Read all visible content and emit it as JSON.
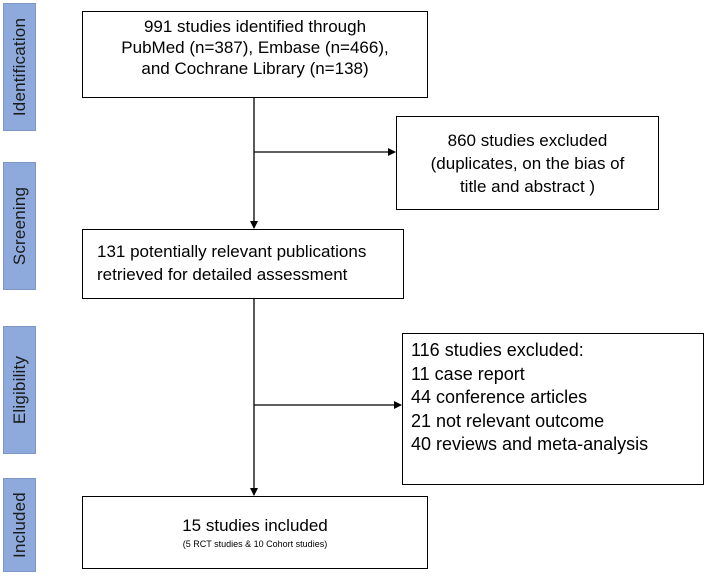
{
  "stages": {
    "identification": "Identification",
    "screening": "Screening",
    "eligibility": "Eligibility",
    "included": "Included"
  },
  "boxes": {
    "identification": {
      "lines": [
        "991 studies identified through",
        "PubMed (n=387), Embase (n=466),",
        "and Cochrane Library (n=138)"
      ]
    },
    "excluded_screening": {
      "lines": [
        "860 studies excluded",
        "(duplicates, on the bias of",
        "title and abstract )"
      ]
    },
    "screening": {
      "lines": [
        "131 potentially relevant publications",
        "retrieved for detailed assessment"
      ]
    },
    "excluded_eligibility": {
      "lines": [
        "116 studies excluded:",
        "11 case report",
        "44 conference articles",
        "21 not relevant outcome",
        "40 reviews and meta-analysis"
      ]
    },
    "included": {
      "main": "15 studies included",
      "sub": "(5 RCT studies & 10 Cohort studies)"
    }
  },
  "colors": {
    "stage_fill": "#8eaadc",
    "box_border": "#000000",
    "arrow": "#000000"
  }
}
